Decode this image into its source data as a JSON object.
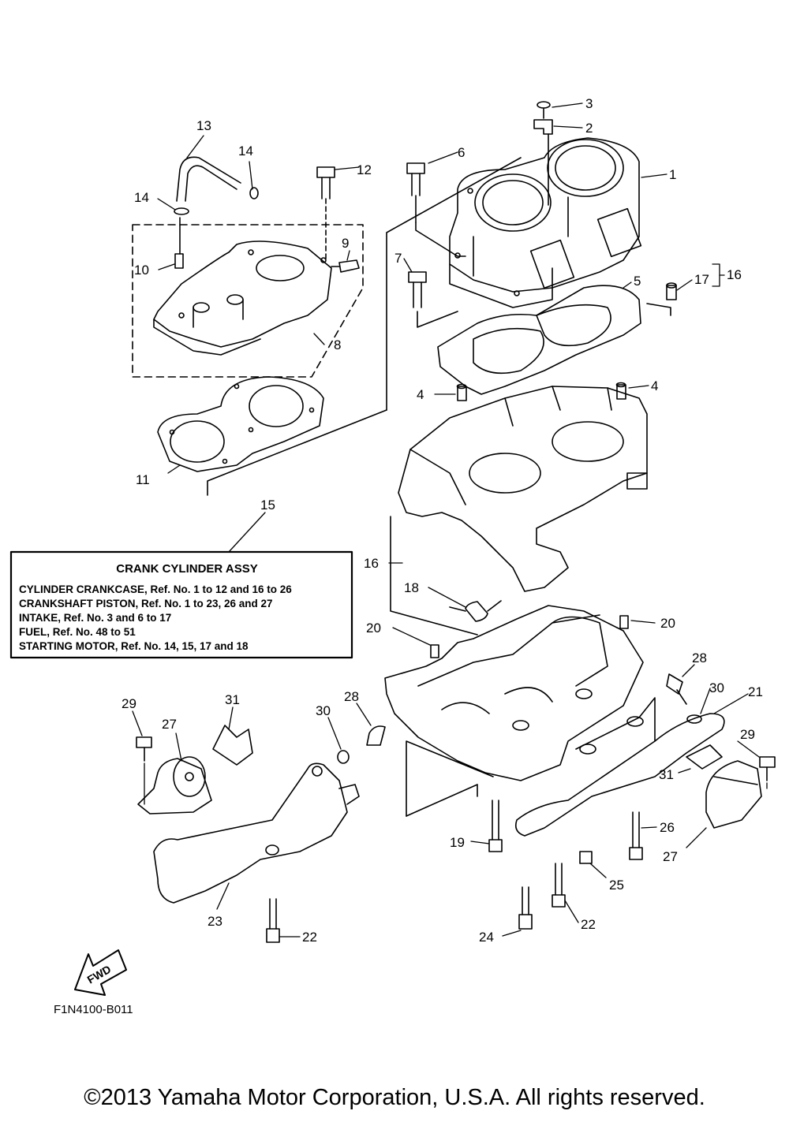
{
  "callouts": {
    "c1": "1",
    "c2": "2",
    "c3": "3",
    "c4a": "4",
    "c4b": "4",
    "c5": "5",
    "c6": "6",
    "c7": "7",
    "c8": "8",
    "c9": "9",
    "c10": "10",
    "c11": "11",
    "c12": "12",
    "c13": "13",
    "c14a": "14",
    "c14b": "14",
    "c15": "15",
    "c16a": "16",
    "c16b": "16",
    "c17": "17",
    "c18": "18",
    "c19": "19",
    "c20a": "20",
    "c20b": "20",
    "c21": "21",
    "c22a": "22",
    "c22b": "22",
    "c23": "23",
    "c24": "24",
    "c25": "25",
    "c26": "26",
    "c27a": "27",
    "c27b": "27",
    "c28a": "28",
    "c28b": "28",
    "c29a": "29",
    "c29b": "29",
    "c30a": "30",
    "c30b": "30",
    "c31a": "31",
    "c31b": "31"
  },
  "assy_box": {
    "title": "CRANK CYLINDER ASSY",
    "lines": [
      "CYLINDER CRANKCASE,  Ref. No. 1 to 12 and 16 to 26",
      "CRANKSHAFT PISTON,  Ref. No. 1 to 23, 26 and 27",
      "INTAKE, Ref. No. 3 and 6 to 17",
      "FUEL, Ref. No. 48 to 51",
      "STARTING MOTOR,  Ref. No. 14, 15, 17 and 18"
    ]
  },
  "fwd_label": "FWD",
  "diagram_code": "F1N4100-B011",
  "copyright": "©2013 Yamaha Motor Corporation, U.S.A. All rights reserved."
}
